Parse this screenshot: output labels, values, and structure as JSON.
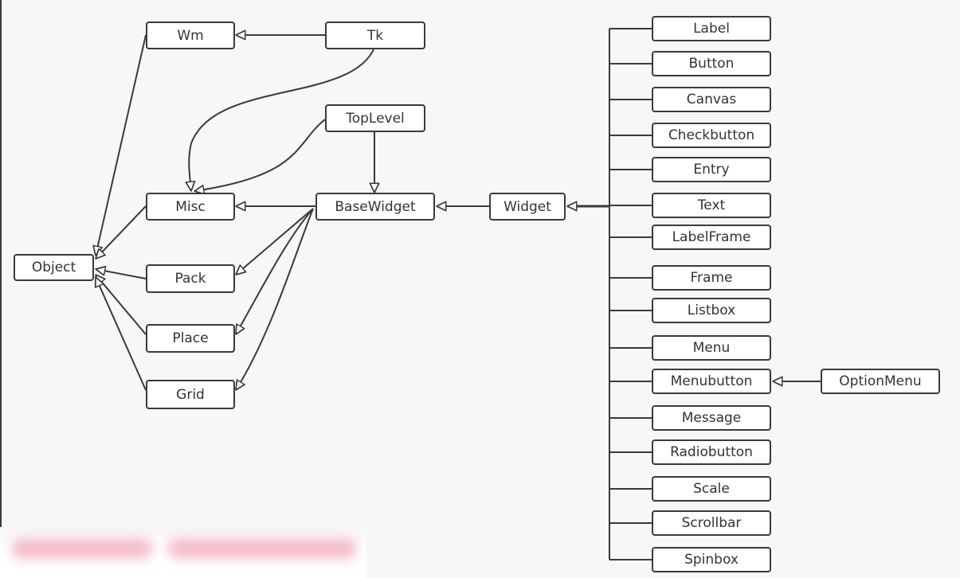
{
  "diagram": {
    "title": "",
    "nodes": {
      "wm": "Wm",
      "tk": "Tk",
      "toplevel": "TopLevel",
      "misc": "Misc",
      "basewidget": "BaseWidget",
      "widget": "Widget",
      "object": "Object",
      "pack": "Pack",
      "place": "Place",
      "grid": "Grid",
      "label": "Label",
      "button": "Button",
      "canvas": "Canvas",
      "checkbutton": "Checkbutton",
      "entry": "Entry",
      "text": "Text",
      "labelframe": "LabelFrame",
      "frame": "Frame",
      "listbox": "Listbox",
      "menu": "Menu",
      "menubutton": "Menubutton",
      "optionmenu": "OptionMenu",
      "message": "Message",
      "radiobutton": "Radiobutton",
      "scale": "Scale",
      "scrollbar": "Scrollbar",
      "spinbox": "Spinbox"
    },
    "inheritance_edges": [
      [
        "tk",
        "wm"
      ],
      [
        "tk",
        "misc"
      ],
      [
        "toplevel",
        "misc"
      ],
      [
        "toplevel",
        "basewidget"
      ],
      [
        "basewidget",
        "misc"
      ],
      [
        "basewidget",
        "pack"
      ],
      [
        "basewidget",
        "place"
      ],
      [
        "basewidget",
        "grid"
      ],
      [
        "widget",
        "basewidget"
      ],
      [
        "wm",
        "object"
      ],
      [
        "misc",
        "object"
      ],
      [
        "pack",
        "object"
      ],
      [
        "place",
        "object"
      ],
      [
        "grid",
        "object"
      ],
      [
        "label",
        "widget"
      ],
      [
        "button",
        "widget"
      ],
      [
        "canvas",
        "widget"
      ],
      [
        "checkbutton",
        "widget"
      ],
      [
        "entry",
        "widget"
      ],
      [
        "text",
        "widget"
      ],
      [
        "labelframe",
        "widget"
      ],
      [
        "frame",
        "widget"
      ],
      [
        "listbox",
        "widget"
      ],
      [
        "menu",
        "widget"
      ],
      [
        "menubutton",
        "widget"
      ],
      [
        "message",
        "widget"
      ],
      [
        "radiobutton",
        "widget"
      ],
      [
        "scale",
        "widget"
      ],
      [
        "scrollbar",
        "widget"
      ],
      [
        "spinbox",
        "widget"
      ],
      [
        "optionmenu",
        "menubutton"
      ]
    ],
    "colors": {
      "line": "#3a3a3a",
      "box_fill": "#ffffff",
      "background": "#f7f7f7",
      "text": "#333333"
    }
  }
}
